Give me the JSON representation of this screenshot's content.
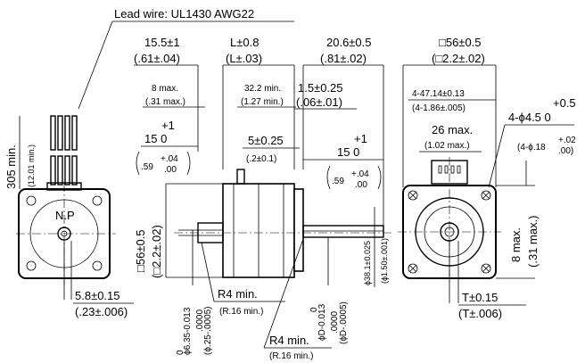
{
  "top_view": {
    "lead_wire": "Lead wire: UL1430 AWG22",
    "lead_length": "305 min.",
    "lead_length_in": "(12.01 min.)",
    "label_np": "N.P",
    "dim_58": "5.8±0.15",
    "dim_58_in": "(.23±.006)"
  },
  "side_view": {
    "dim_155": "15.5±1",
    "dim_155_in": "(.61±.04)",
    "dim_L": "L±0.8",
    "dim_L_in": "(L±.03)",
    "dim_206": "20.6±0.5",
    "dim_206_in": "(.81±.02)",
    "dim_8max": "8 max.",
    "dim_8max_in": "(.31 max.)",
    "dim_322": "32.2 min.",
    "dim_322_in": "(1.27 min.)",
    "dim_15": "1.5±0.25",
    "dim_15_in": "(.06±.01)",
    "tol_left_plus": "+1",
    "tol_left_base": "15  0",
    "tol_left_in_val": ".59",
    "tol_left_in_plus": "+.04",
    "tol_left_in_zero": ".00",
    "dim_5": "5±0.25",
    "dim_5_in": "(.2±0.1)",
    "tol_right_plus": "+1",
    "tol_right_base": "15  0",
    "tol_right_in_val": ".59",
    "tol_right_in_plus": "+.04",
    "tol_right_in_zero": ".00",
    "dim_56": "□56±0.5",
    "dim_56_in": "(□2.2±.02)",
    "dim_635": "ϕ6.35-0.013",
    "dim_635_zero": "0",
    "dim_635_in": "(ϕ.25-.0005)",
    "dim_635_in_zero": ".0000",
    "dim_381": "ϕ38.1±0.025",
    "dim_381_in": "(ϕ1.50±.001)",
    "dim_D": "ϕD-0.013",
    "dim_D_zero": "0",
    "dim_D_in": "(ϕD-.0005)",
    "dim_D_in_zero": ".0000",
    "r4_a": "R4 min.",
    "r4_a_in": "(R.16 min.)",
    "r4_b": "R4 min.",
    "r4_b_in": "(R.16 min.)"
  },
  "front_view": {
    "dim_56": "□56±0.5",
    "dim_56_in": "(□2.2±.02)",
    "dim_4714": "4-47.14±0.13",
    "dim_4714_in": "(4-1.86±.005)",
    "hole_plus": "+0.5",
    "hole": "4-ϕ4.5  0",
    "dim_26": "26 max.",
    "dim_26_in": "(1.02 max.)",
    "hole_in": "(4-ϕ.18",
    "hole_in_plus": "+.02",
    "hole_in_zero": ".00)",
    "dim_8": "8 max.",
    "dim_8_in": "(.31 max.)",
    "dim_T": "T±0.15",
    "dim_T_in": "(T±.006)"
  }
}
